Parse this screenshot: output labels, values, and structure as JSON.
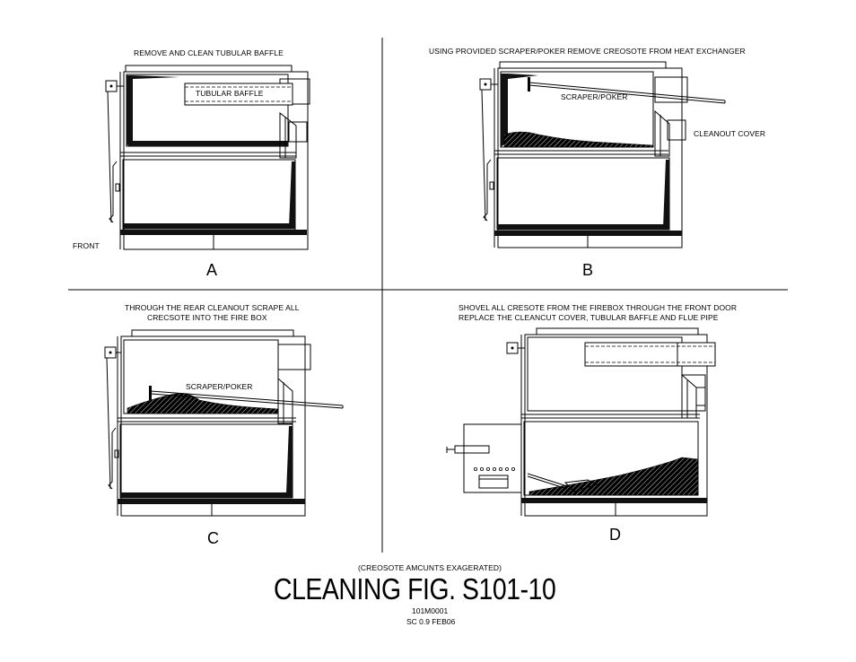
{
  "panels": {
    "a": {
      "caption": "REMOVE AND CLEAN TUBULAR BAFFLE",
      "letter": "A",
      "baffle_label": "TUBULAR BAFFLE",
      "front_label": "FRONT"
    },
    "b": {
      "caption": "USING PROVIDED SCRAPER/POKER REMOVE CREOSOTE FROM HEAT EXCHANGER",
      "letter": "B",
      "tool_label": "SCRAPER/POKER",
      "cover_label": "CLEANOUT COVER"
    },
    "c": {
      "caption_line1": "THROUGH THE REAR CLEANOUT  SCRAPE ALL",
      "caption_line2": "CRECSOTE INTO THE FIRE BOX",
      "letter": "C",
      "tool_label": "SCRAPER/POKER"
    },
    "d": {
      "caption_line1": "SHOVEL ALL CRESOTE FROM THE FIREBOX THROUGH THE FRONT DOOR",
      "caption_line2": "REPLACE THE CLEANCUT COVER, TUBULAR BAFFLE AND FLUE PIPE",
      "letter": "D"
    }
  },
  "footer": {
    "note": "(CREOSOTE AMCUNTS EXAGERATED)",
    "title": "CLEANING FIG. S101-10",
    "code": "101M0001",
    "scale_date": "SC 0.9 FEB06"
  }
}
